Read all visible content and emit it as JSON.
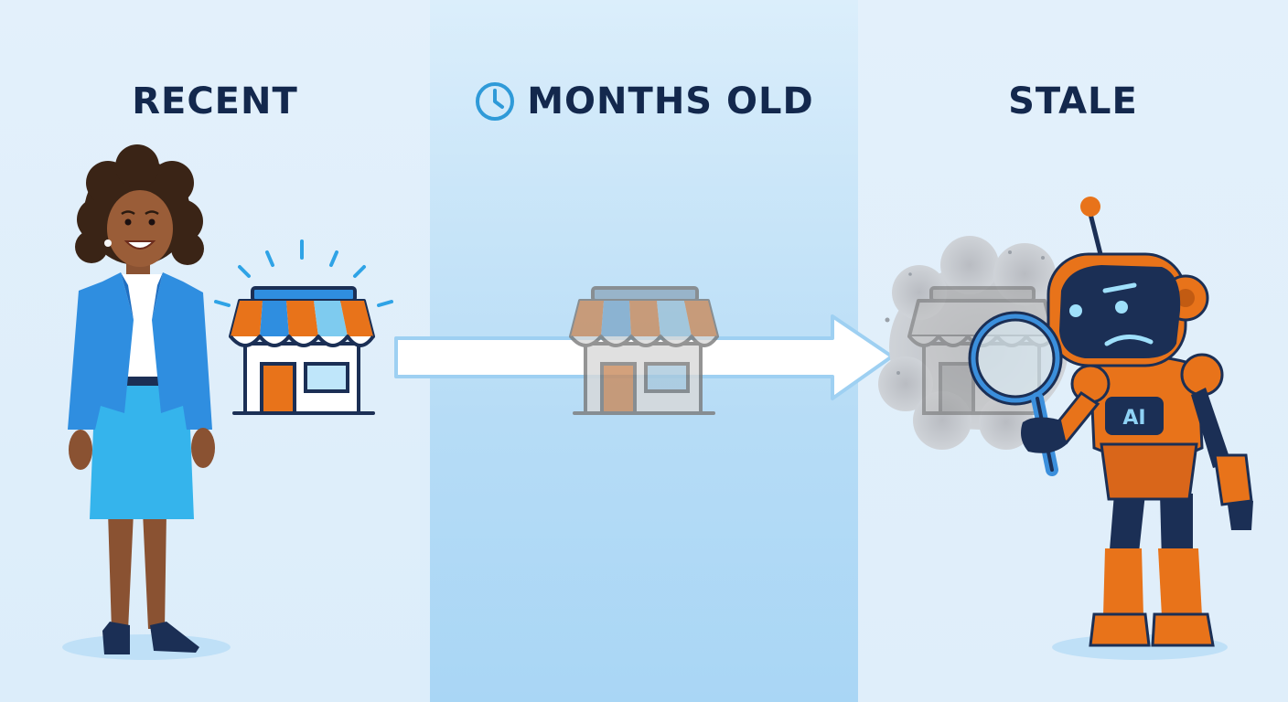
{
  "stages": {
    "recent": {
      "label": "RECENT",
      "icon": "sparkle-icon"
    },
    "months_old": {
      "label": "MONTHS OLD",
      "icon": "clock-icon"
    },
    "stale": {
      "label": "STALE",
      "icon": "fog-icon"
    }
  },
  "robot": {
    "chest_label": "AI"
  },
  "colors": {
    "heading": "#13284d",
    "accent_blue": "#2f8ee0",
    "orange": "#e8731a",
    "navy": "#1b2f55"
  }
}
